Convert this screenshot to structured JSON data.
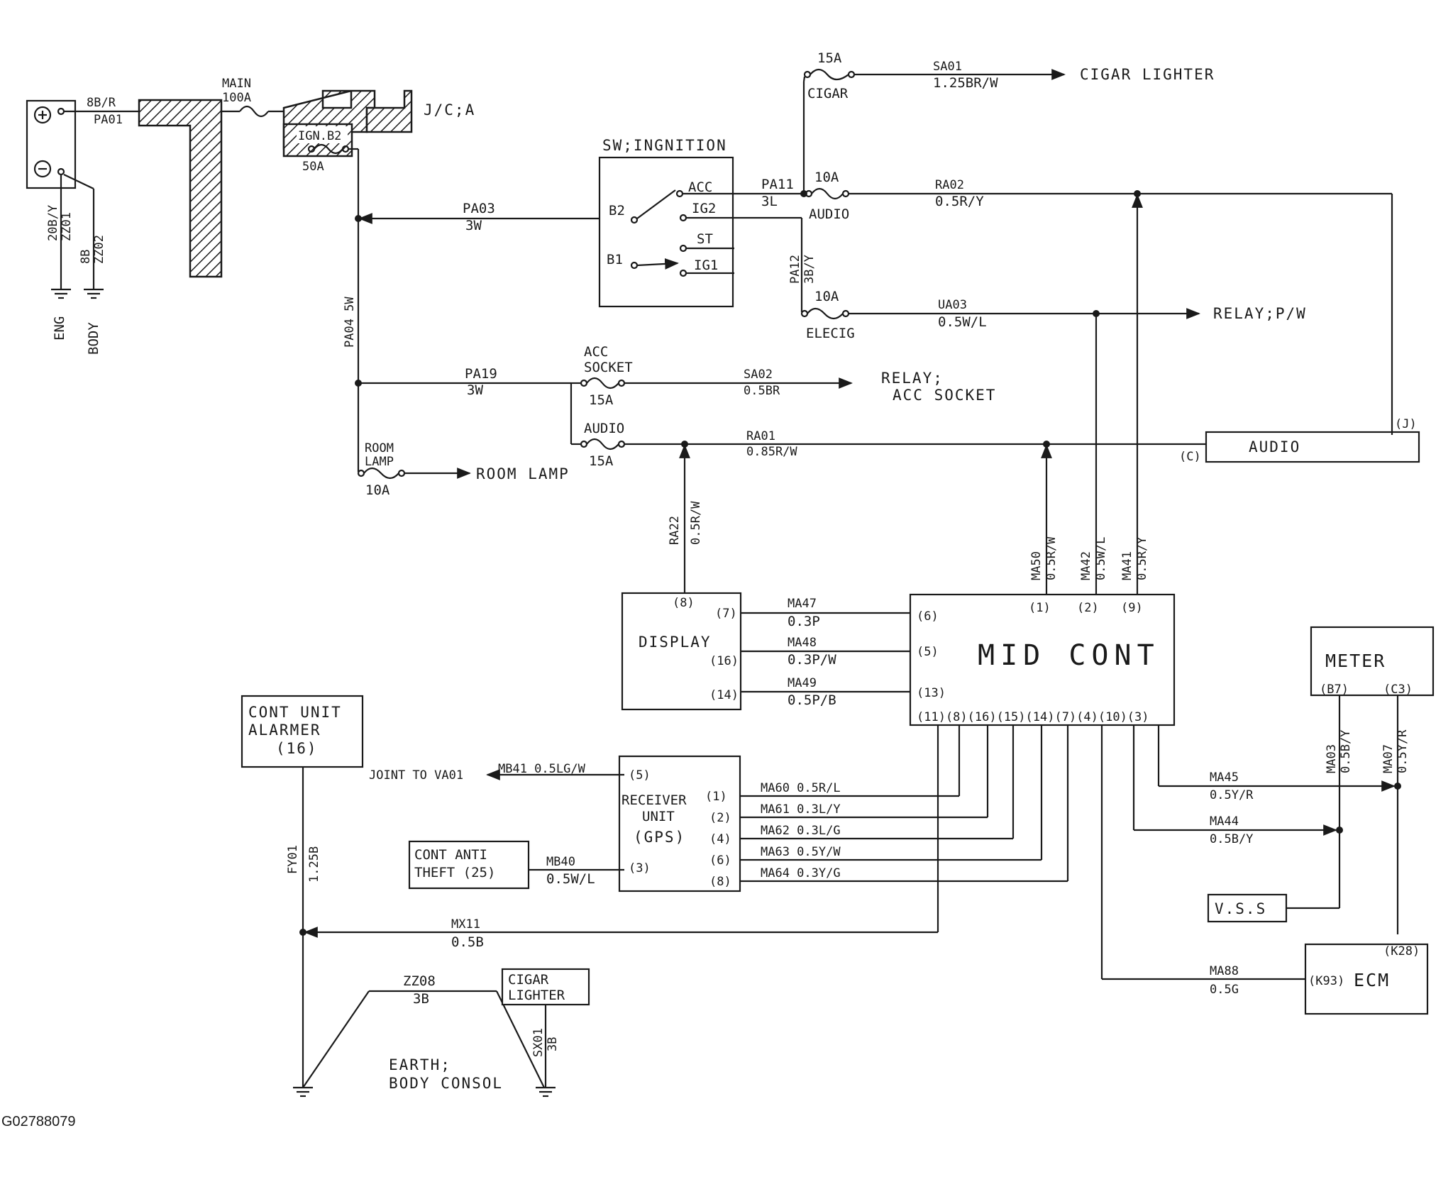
{
  "ground_labels": {
    "eng": "ENG",
    "body": "BODY"
  },
  "battery_wires": {
    "w1": "20B/Y",
    "w1_code": "ZZ01",
    "w2": "8B",
    "w2_code": "ZZ02",
    "pos": "8B/R",
    "pos_code": "PA01"
  },
  "main_fuse": {
    "name": "MAIN",
    "rating": "100A"
  },
  "jc_label": "J/C;A",
  "ign_fuse": {
    "name": "IGN.B2",
    "rating": "50A"
  },
  "ignition_switch": {
    "title": "SW;INGNITION",
    "terminals": [
      "ACC",
      "IG2",
      "ST",
      "IG1",
      "B2",
      "B1"
    ]
  },
  "wires": {
    "pa03": "PA03",
    "pa03_size": "3W",
    "pa04": "PA04 5W",
    "pa19": "PA19",
    "pa19_size": "3W",
    "pa11": "PA11",
    "pa11_size": "3L",
    "pa12": "PA12",
    "pa12_size": "3B/Y",
    "sa01": "SA01",
    "sa01_size": "1.25BR/W",
    "ra02": "RA02",
    "ra02_size": "0.5R/Y",
    "ua03": "UA03",
    "ua03_size": "0.5W/L",
    "sa02": "SA02",
    "sa02_size": "0.5BR",
    "ra01": "RA01",
    "ra01_size": "0.85R/W",
    "ra22": "RA22",
    "ra22_size": "0.5R/W",
    "ma50": "MA50",
    "ma50_size": "0.5R/W",
    "ma42": "MA42",
    "ma42_size": "0.5W/L",
    "ma41": "MA41",
    "ma41_size": "0.5R/Y",
    "ma47": "MA47",
    "ma47_size": "0.3P",
    "ma48": "MA48",
    "ma48_size": "0.3P/W",
    "ma49": "MA49",
    "ma49_size": "0.5P/B",
    "mb41": "MB41 0.5LG/W",
    "mb40": "MB40",
    "mb40_size": "0.5W/L",
    "ma60": "MA60 0.5R/L",
    "ma61": "MA61 0.3L/Y",
    "ma62": "MA62 0.3L/G",
    "ma63": "MA63 0.5Y/W",
    "ma64": "MA64 0.3Y/G",
    "ma45": "MA45",
    "ma45_size": "0.5Y/R",
    "ma44": "MA44",
    "ma44_size": "0.5B/Y",
    "ma03": "MA03",
    "ma03_size": "0.5B/Y",
    "ma07": "MA07",
    "ma07_size": "0.5Y/R",
    "fy01": "FY01",
    "fy01_size": "1.25B",
    "mx11": "MX11",
    "mx11_size": "0.5B",
    "ma88": "MA88",
    "ma88_size": "0.5G",
    "zz08": "ZZ08",
    "zz08_size": "3B",
    "sx01": "SX01",
    "sx01_size": "3B"
  },
  "fuses": {
    "cigar": {
      "rating": "15A",
      "name": "CIGAR"
    },
    "audio": {
      "rating": "10A",
      "name": "AUDIO"
    },
    "elecig": {
      "rating": "10A",
      "name": "ELECIG"
    },
    "acc_socket": {
      "name1": "ACC",
      "name2": "SOCKET",
      "rating": "15A"
    },
    "audio2": {
      "name": "AUDIO",
      "rating": "15A"
    },
    "room_lamp": {
      "name1": "ROOM",
      "name2": "LAMP",
      "rating": "10A"
    }
  },
  "destinations": {
    "cigar_lighter": "CIGAR LIGHTER",
    "relay_pw": "RELAY;P/W",
    "relay_acc1": "RELAY;",
    "relay_acc2": "ACC SOCKET",
    "room_lamp": "ROOM LAMP",
    "joint": "JOINT TO VA01"
  },
  "audio_unit": {
    "label": "AUDIO",
    "pin_j": "(J)",
    "pin_c": "(C)"
  },
  "mid_cont": {
    "label": "MID CONT",
    "top_pins": [
      "(1)",
      "(2)",
      "(9)"
    ],
    "left_pins": [
      "(6)",
      "(5)",
      "(13)"
    ],
    "bottom_pins": "(11)(8)(16)(15)(14)(7)(4)(10)(3)"
  },
  "display": {
    "label": "DISPLAY",
    "pins": [
      "(8)",
      "(7)",
      "(16)",
      "(14)"
    ]
  },
  "receiver": {
    "line1": "RECEIVER",
    "line2": "UNIT",
    "line3": "(GPS)",
    "pins": [
      "(5)",
      "(1)",
      "(2)",
      "(4)",
      "(3)",
      "(6)",
      "(8)"
    ]
  },
  "cont_unit_alarmer": {
    "line1": "CONT UNIT",
    "line2": "ALARMER",
    "line3": "(16)"
  },
  "cont_anti_theft": {
    "line1": "CONT ANTI",
    "line2": "THEFT (25)"
  },
  "meter": {
    "label": "METER",
    "pin_b7": "(B7)",
    "pin_c3": "(C3)"
  },
  "vss": {
    "label": "V.S.S"
  },
  "ecm": {
    "label": "ECM",
    "pin_k28": "(K28)",
    "pin_k93": "(K93)"
  },
  "cigar_lighter_box": {
    "line1": "CIGAR",
    "line2": "LIGHTER"
  },
  "earth": {
    "line1": "EARTH;",
    "line2": "BODY CONSOL"
  },
  "doc_id": "G02788079"
}
